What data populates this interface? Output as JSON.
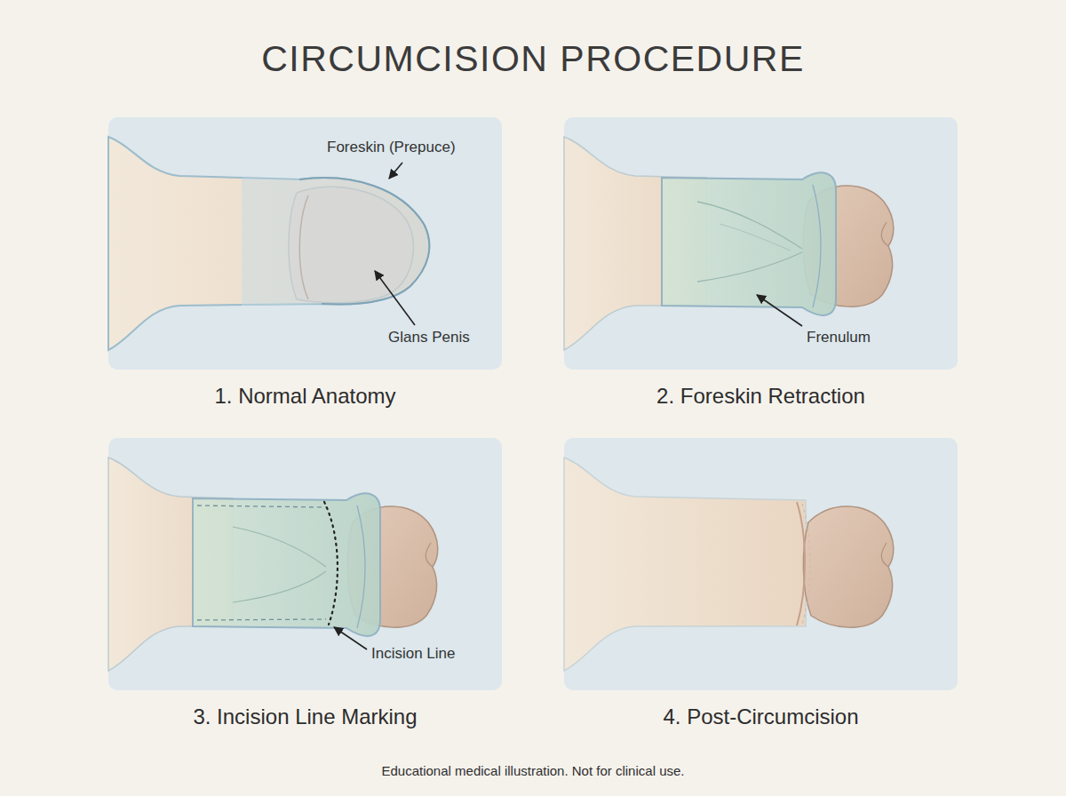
{
  "diagram": {
    "title": "CIRCUMCISION PROCEDURE",
    "caption": "Educational medical illustration. Not for clinical use.",
    "nodes": [
      {
        "text": [
          "1. Normal Anatomy"
        ]
      },
      {
        "text": [
          "2. Foreskin Retraction"
        ]
      },
      {
        "text": [
          "3. Incision Line Marking"
        ]
      },
      {
        "text": [
          "4. Post-Circumcision"
        ]
      }
    ],
    "labels": [
      "Foreskin (Prepuce)",
      "Glans Penis",
      "Frenulum",
      "Incision Line"
    ]
  }
}
